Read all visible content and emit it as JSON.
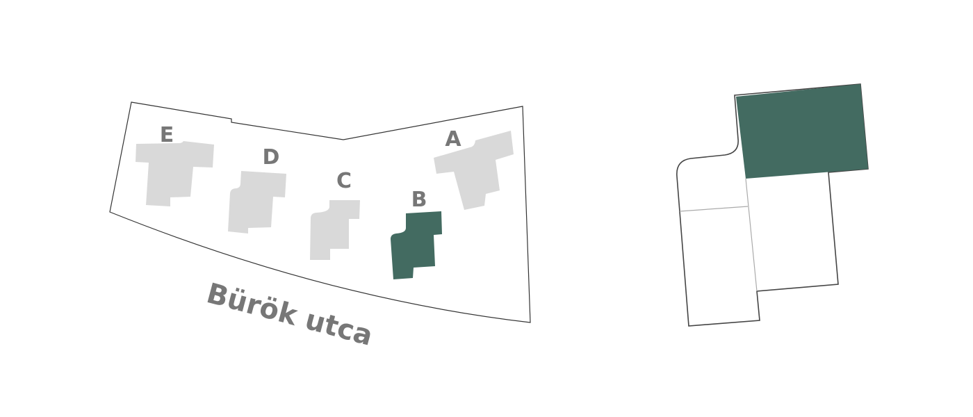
{
  "site_plan": {
    "street_name": "Bürök utca",
    "buildings": [
      {
        "label": "A",
        "selected": false
      },
      {
        "label": "B",
        "selected": true
      },
      {
        "label": "C",
        "selected": false
      },
      {
        "label": "D",
        "selected": false
      },
      {
        "label": "E",
        "selected": false
      }
    ]
  },
  "colors": {
    "selected": "#436b61",
    "unselected": "#d9d9d9",
    "label": "#777777",
    "outline": "#333333"
  }
}
